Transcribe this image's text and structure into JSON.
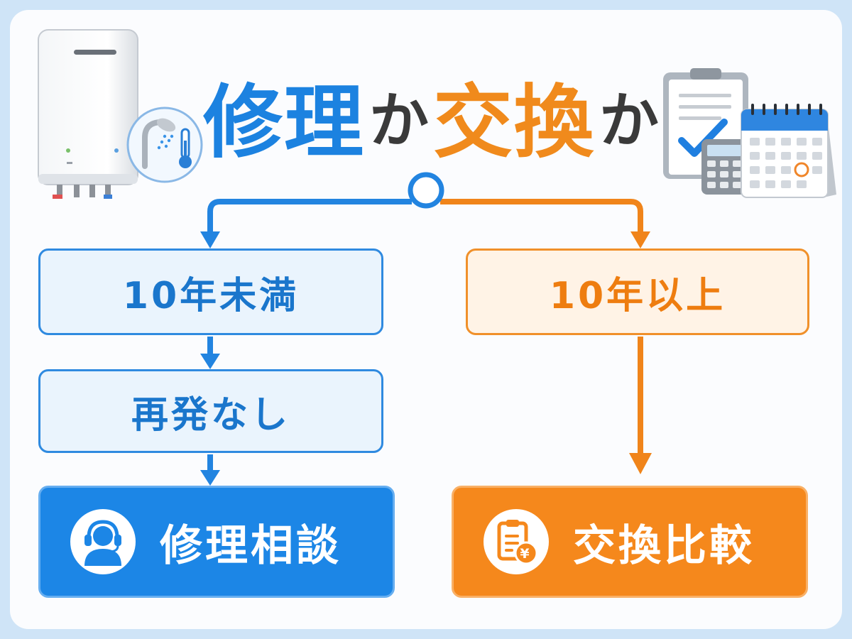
{
  "title": {
    "part1": "修理",
    "part2": "か",
    "part3": "交換",
    "part4": "か"
  },
  "left_branch": {
    "condition": "10年未満",
    "sub_condition": "再発なし",
    "result": "修理相談",
    "color": "#1c82e0"
  },
  "right_branch": {
    "condition": "10年以上",
    "result": "交換比較",
    "color": "#f08a1c"
  },
  "icons": {
    "top_left": "water-heater-icon",
    "top_left_badge": "shower-thermometer-icon",
    "top_right": "clipboard-calculator-calendar-icon",
    "repair": "headset-support-icon",
    "replace": "clipboard-yen-icon",
    "yen_symbol": "¥"
  }
}
